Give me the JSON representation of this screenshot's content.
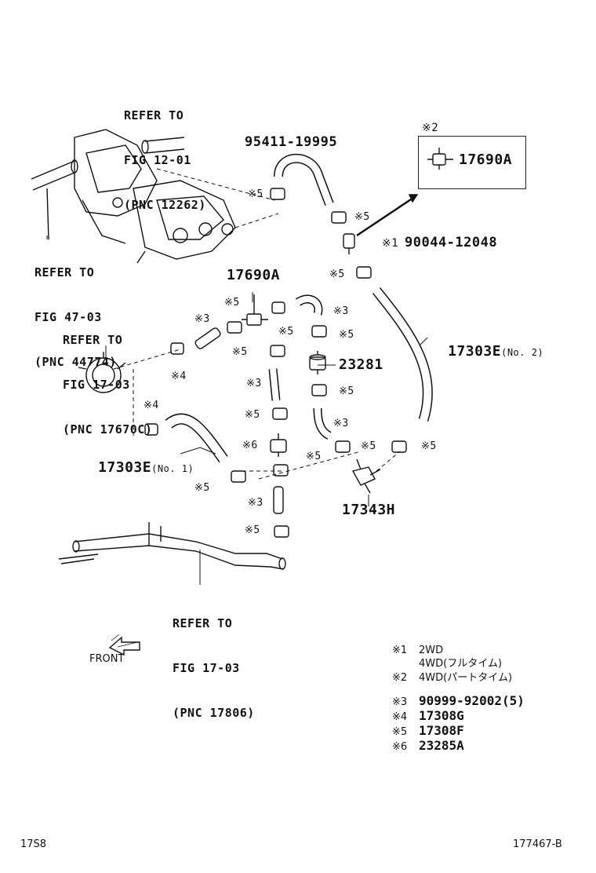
{
  "refs": {
    "fig12": {
      "l1": "REFER TO",
      "l2": "FIG 12-01",
      "l3": "(PNC 12262)"
    },
    "fig47": {
      "l1": "REFER TO",
      "l2": "FIG 47-03",
      "l3": "(PNC 44774)"
    },
    "fig17a": {
      "l1": "REFER TO",
      "l2": "FIG 17-03",
      "l3": "(PNC 17670C)"
    },
    "fig17b": {
      "l1": "REFER TO",
      "l2": "FIG 17-03",
      "l3": "(PNC 17806)"
    }
  },
  "parts": {
    "p95411": "95411-19995",
    "p17690A_box": "17690A",
    "p17690A": "17690A",
    "p90044": "90044-12048",
    "p17303E_no2": "17303E",
    "p17303E_no2_suffix": "(No. 2)",
    "p23281": "23281",
    "p17303E_no1": "17303E",
    "p17303E_no1_suffix": "(No. 1)",
    "p17343H": "17343H"
  },
  "marks": {
    "x1": "※1",
    "x2": "※2",
    "x3": "※3",
    "x4": "※4",
    "x5": "※5",
    "x6": "※6"
  },
  "legend": {
    "n1_mark": "※1",
    "n1_a": "2WD",
    "n1_b": "4WD(フルタイム)",
    "n2_mark": "※2",
    "n2_a": "4WD(パートタイム)",
    "n3_mark": "※3",
    "n3_val": "90999-92002(5)",
    "n4_mark": "※4",
    "n4_val": "17308G",
    "n5_mark": "※5",
    "n5_val": "17308F",
    "n6_mark": "※6",
    "n6_val": "23285A"
  },
  "front_label": "FRONT",
  "footer": {
    "left": "17S8",
    "right": "177467-B"
  }
}
